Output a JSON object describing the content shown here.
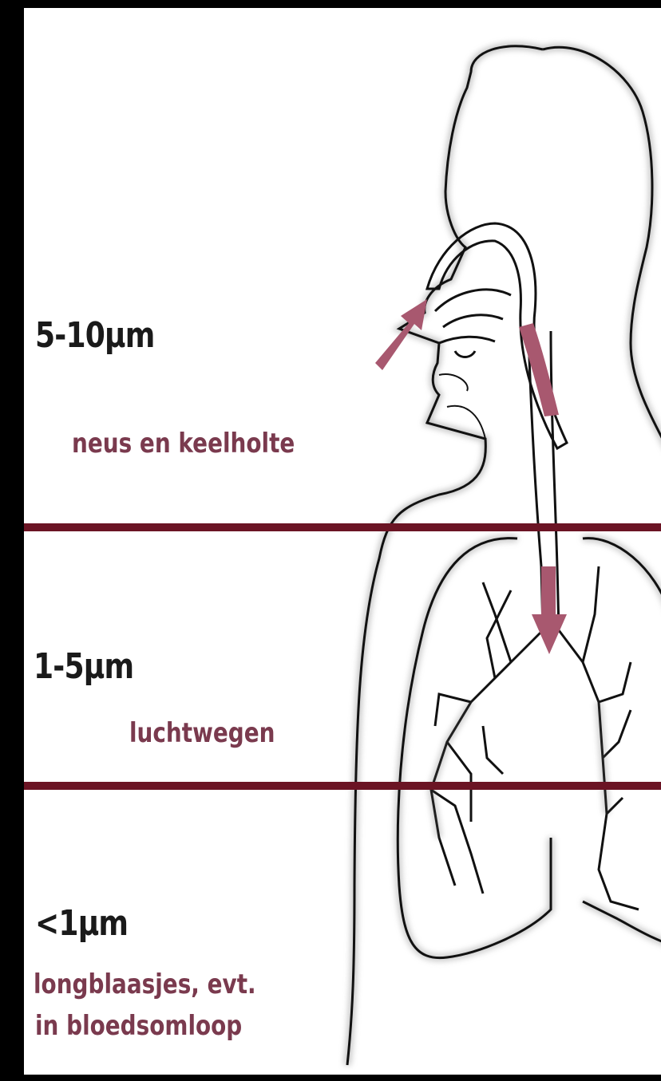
{
  "colors": {
    "band_line": "#6b1424",
    "arrow": "#a8586f",
    "outline": "#111111",
    "region_text": "#7a3a4e",
    "size_text": "#1a1a1a"
  },
  "zones": [
    {
      "size": "5-10µm",
      "region": "neus en keelholte"
    },
    {
      "size": "1-5µm",
      "region": "luchtwegen"
    },
    {
      "size": "<1µm",
      "region_line1": "longblaasjes, evt.",
      "region_line2": "in bloedsomloop"
    }
  ]
}
